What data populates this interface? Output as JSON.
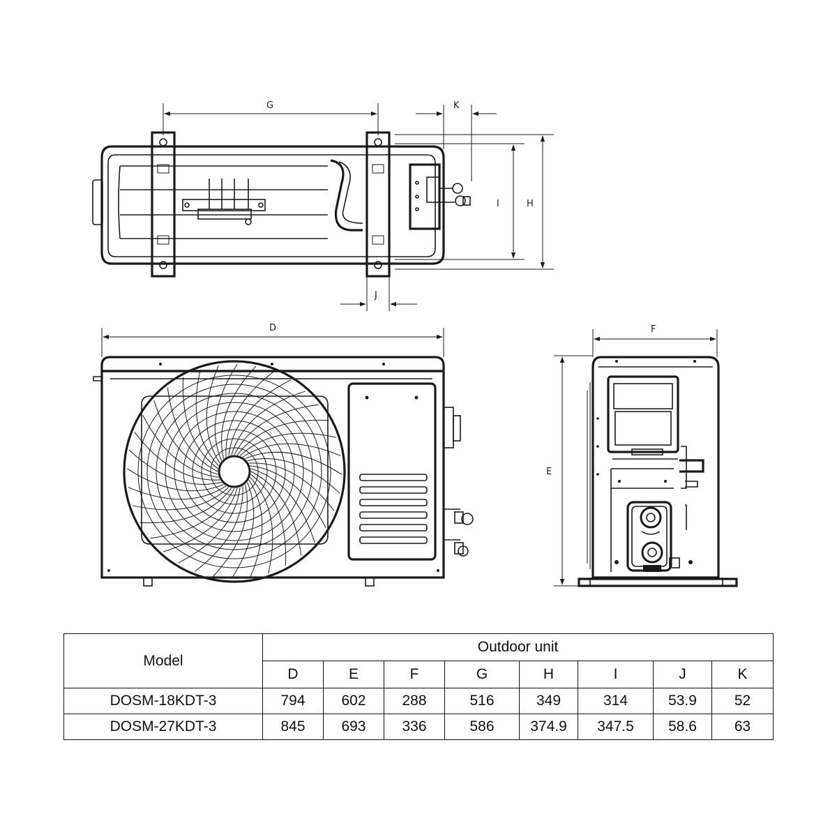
{
  "dimension_labels": {
    "D": "D",
    "E": "E",
    "F": "F",
    "G": "G",
    "H": "H",
    "I": "I",
    "J": "J",
    "K": "K"
  },
  "table": {
    "model_header": "Model",
    "group_header": "Outdoor unit",
    "columns": [
      "D",
      "E",
      "F",
      "G",
      "H",
      "I",
      "J",
      "K"
    ],
    "rows": [
      {
        "model": "DOSM-18KDT-3",
        "values": [
          "794",
          "602",
          "288",
          "516",
          "349",
          "314",
          "53.9",
          "52"
        ]
      },
      {
        "model": "DOSM-27KDT-3",
        "values": [
          "845",
          "693",
          "336",
          "586",
          "374.9",
          "347.5",
          "58.6",
          "63"
        ]
      }
    ]
  }
}
